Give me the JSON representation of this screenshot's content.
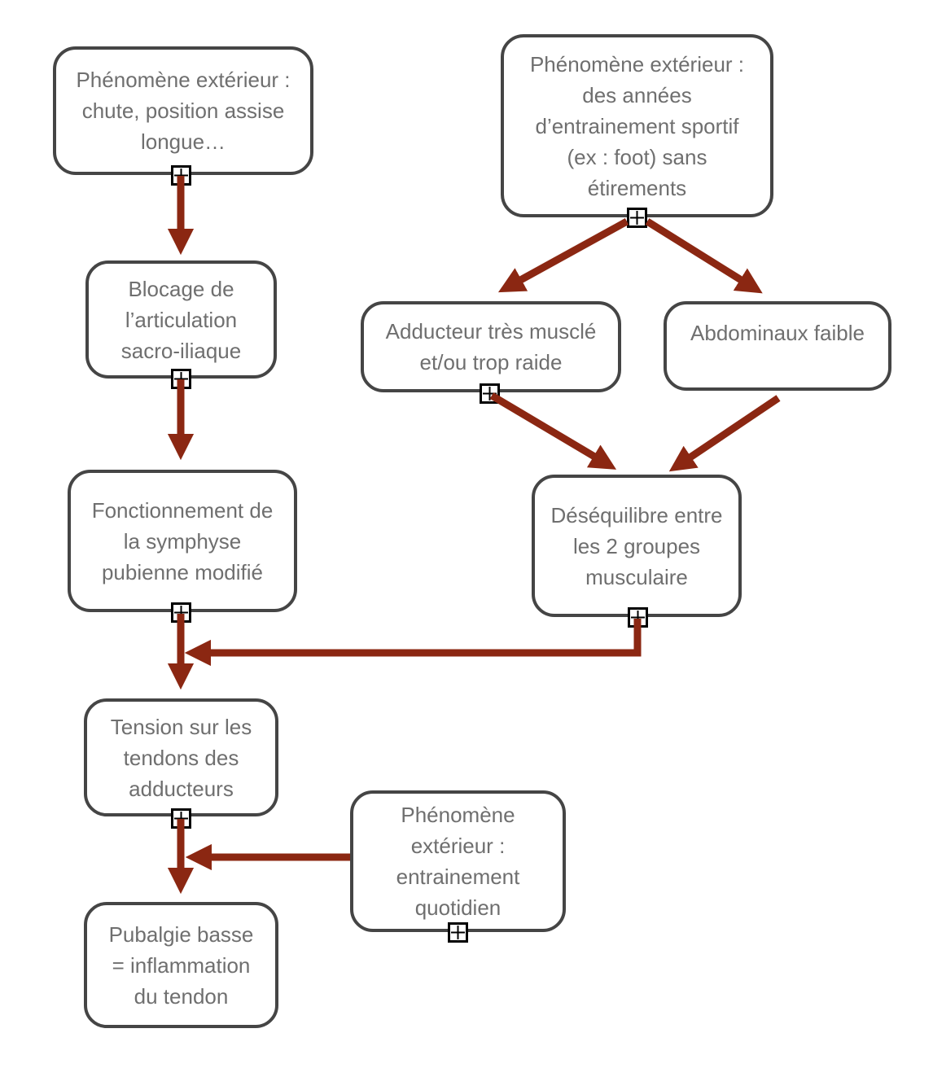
{
  "diagram": {
    "colors": {
      "arrow": "#8b2712",
      "box_border": "#454545",
      "box_text": "#6f6f6f",
      "handle_border": "#000000",
      "handle_bg": "#ffffff",
      "background": "#ffffff"
    },
    "nodes": [
      {
        "id": "phenomene-chute",
        "lines": [
          "Phénomène extérieur :",
          "chute, position assise",
          "longue…"
        ]
      },
      {
        "id": "phenomene-sport",
        "lines": [
          "Phénomène extérieur :",
          "des années",
          "d’entrainement sportif",
          "(ex : foot)  sans",
          "étirements"
        ]
      },
      {
        "id": "blocage",
        "lines": [
          "Blocage de",
          "l’articulation",
          "sacro-iliaque"
        ]
      },
      {
        "id": "adducteur",
        "lines": [
          "Adducteur très musclé",
          "et/ou trop raide"
        ]
      },
      {
        "id": "abdominaux",
        "lines": [
          "Abdominaux faible"
        ]
      },
      {
        "id": "fonctionnement",
        "lines": [
          "Fonctionnement de",
          "la symphyse",
          "pubienne modifié"
        ]
      },
      {
        "id": "desequilibre",
        "lines": [
          "Déséquilibre entre",
          "les 2 groupes",
          "musculaire"
        ]
      },
      {
        "id": "tension",
        "lines": [
          "Tension sur les",
          "tendons des",
          "adducteurs"
        ]
      },
      {
        "id": "phenomene-quotidien",
        "lines": [
          "Phénomène",
          "extérieur :",
          "entrainement",
          "quotidien"
        ]
      },
      {
        "id": "pubalgie",
        "lines": [
          "Pubalgie basse",
          "= inflammation",
          "du tendon"
        ]
      }
    ],
    "edges": [
      {
        "from": "phenomene-chute",
        "to": "blocage"
      },
      {
        "from": "blocage",
        "to": "fonctionnement"
      },
      {
        "from": "phenomene-sport",
        "to": "adducteur"
      },
      {
        "from": "phenomene-sport",
        "to": "abdominaux"
      },
      {
        "from": "adducteur",
        "to": "desequilibre"
      },
      {
        "from": "abdominaux",
        "to": "desequilibre"
      },
      {
        "from": "fonctionnement",
        "to": "tension"
      },
      {
        "from": "desequilibre",
        "to": "tension"
      },
      {
        "from": "tension",
        "to": "pubalgie"
      },
      {
        "from": "phenomene-quotidien",
        "to": "pubalgie"
      }
    ]
  }
}
